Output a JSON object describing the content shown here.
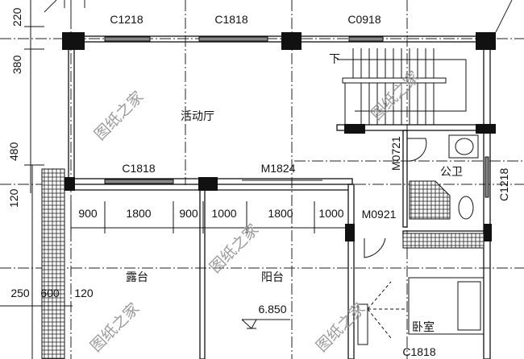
{
  "windows": {
    "top_left": "C1218",
    "top_mid": "C1818",
    "top_right": "C0918",
    "lower_left": "C1818",
    "bottom_right": "C1818",
    "right_side": "C1218"
  },
  "doors": {
    "main": "M1824",
    "wc": "M0721",
    "bedroom": "M0921"
  },
  "rooms": {
    "activity_hall": "活动厅",
    "public_wc": "公卫",
    "terrace": "露台",
    "balcony": "阳台",
    "bedroom": "卧室"
  },
  "stair_label": "下",
  "elevation": "6.850",
  "dimensions": {
    "left_vertical": [
      "220",
      "380",
      "480",
      "120"
    ],
    "left_horizontal": [
      "250",
      "600",
      "120"
    ],
    "balcony_row": [
      "900",
      "1800",
      "900",
      "1000",
      "1800",
      "1000"
    ]
  },
  "watermark": "图纸之家"
}
